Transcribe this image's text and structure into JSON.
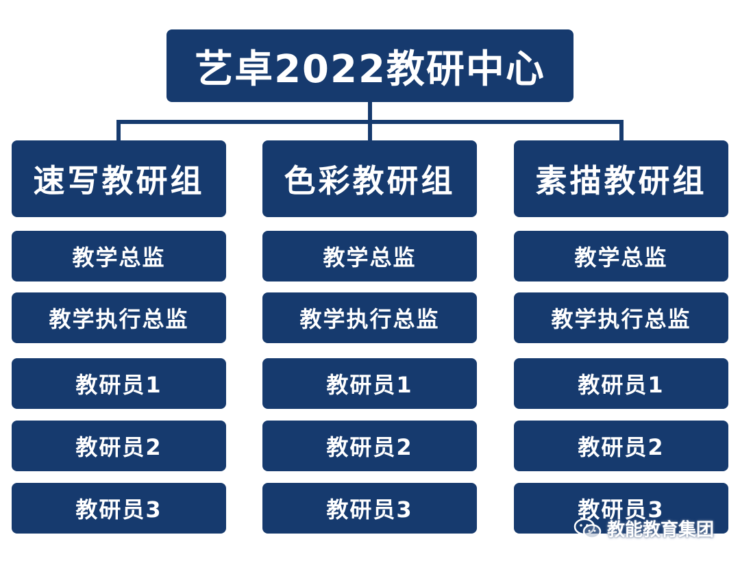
{
  "root": {
    "title": "艺卓2022教研中心"
  },
  "colors": {
    "box": "#163a6e",
    "text": "#ffffff",
    "background": "#ffffff"
  },
  "groups": [
    {
      "title": "速写教研组",
      "roles": [
        "教学总监",
        "教学执行总监",
        "教研员1",
        "教研员2",
        "教研员3"
      ]
    },
    {
      "title": "色彩教研组",
      "roles": [
        "教学总监",
        "教学执行总监",
        "教研员1",
        "教研员2",
        "教研员3"
      ]
    },
    {
      "title": "素描教研组",
      "roles": [
        "教学总监",
        "教学执行总监",
        "教研员1",
        "教研员2",
        "教研员3"
      ]
    }
  ],
  "watermark": {
    "icon": "wechat-icon",
    "text": "教能教育集团"
  }
}
